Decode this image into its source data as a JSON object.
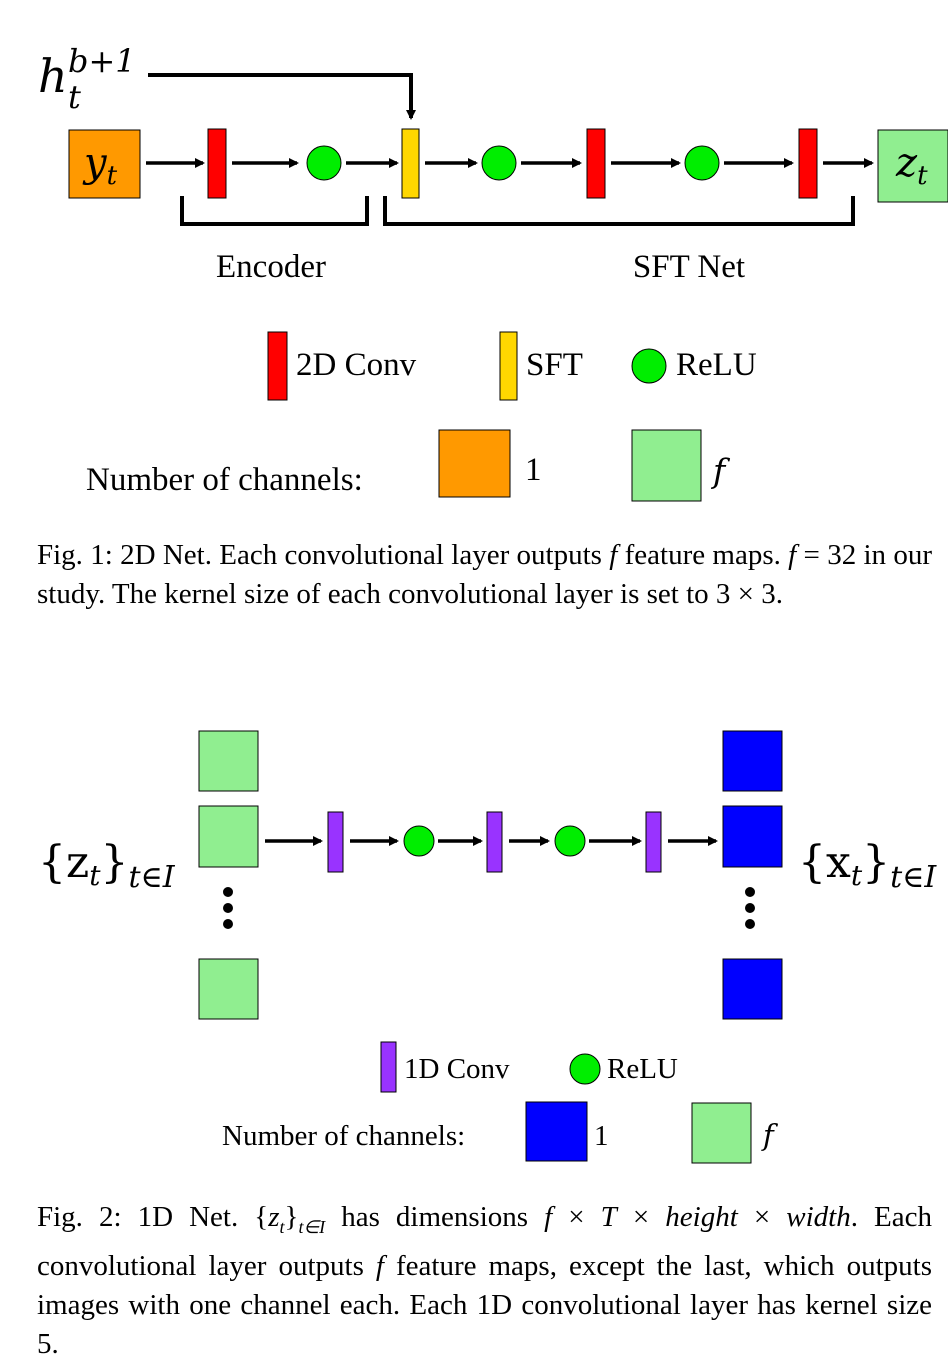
{
  "fig1": {
    "h_label": "h",
    "h_sup": "b+1",
    "h_sub": "t",
    "input_label": "y",
    "input_sub": "t",
    "output_label": "z",
    "output_sub": "t",
    "encoder_label": "Encoder",
    "sft_net_label": "SFT Net",
    "legend": {
      "conv2d": "2D Conv",
      "sft": "SFT",
      "relu": "ReLU",
      "channels_label": "Number of channels:",
      "channels_one": "1",
      "channels_f": "f"
    },
    "caption": {
      "part1": "Fig. 1: 2D Net. Each convolutional layer outputs ",
      "f1": "f",
      "part2": " feature maps. ",
      "f2": "f",
      "part3": " = 32 in our study. The kernel size of each convolutional layer is set to 3 × 3."
    }
  },
  "fig2": {
    "input_label": "{z",
    "input_sub": "t",
    "input_close": "}",
    "input_set": "t∈I",
    "output_label": "{x",
    "output_sub": "t",
    "output_close": "}",
    "output_set": "t∈I",
    "legend": {
      "conv1d": "1D Conv",
      "relu": "ReLU",
      "channels_label": "Number of channels:",
      "channels_one": "1",
      "channels_f": "f"
    },
    "caption": {
      "part1": "Fig. 2: 1D Net. {",
      "z": "z",
      "zsub": "t",
      "close": "}",
      "set": "t∈I",
      "part2": " has dimensions ",
      "f1": "f",
      "times1": " × ",
      "T": "T",
      "times2": " × ",
      "height": "height",
      "times3": " × ",
      "width": "width",
      "dot": ".",
      "part3": " Each convolutional layer outputs ",
      "f2": "f",
      "part4": " feature maps, except the last, which outputs images with one channel each. Each 1D convolutional layer has kernel size 5."
    }
  },
  "colors": {
    "orange": "#FF9900",
    "light_green": "#90EE90",
    "red": "#FF0000",
    "yellow": "#FFD700",
    "green": "#00EE00",
    "purple": "#9933FF",
    "blue": "#0000FF"
  }
}
